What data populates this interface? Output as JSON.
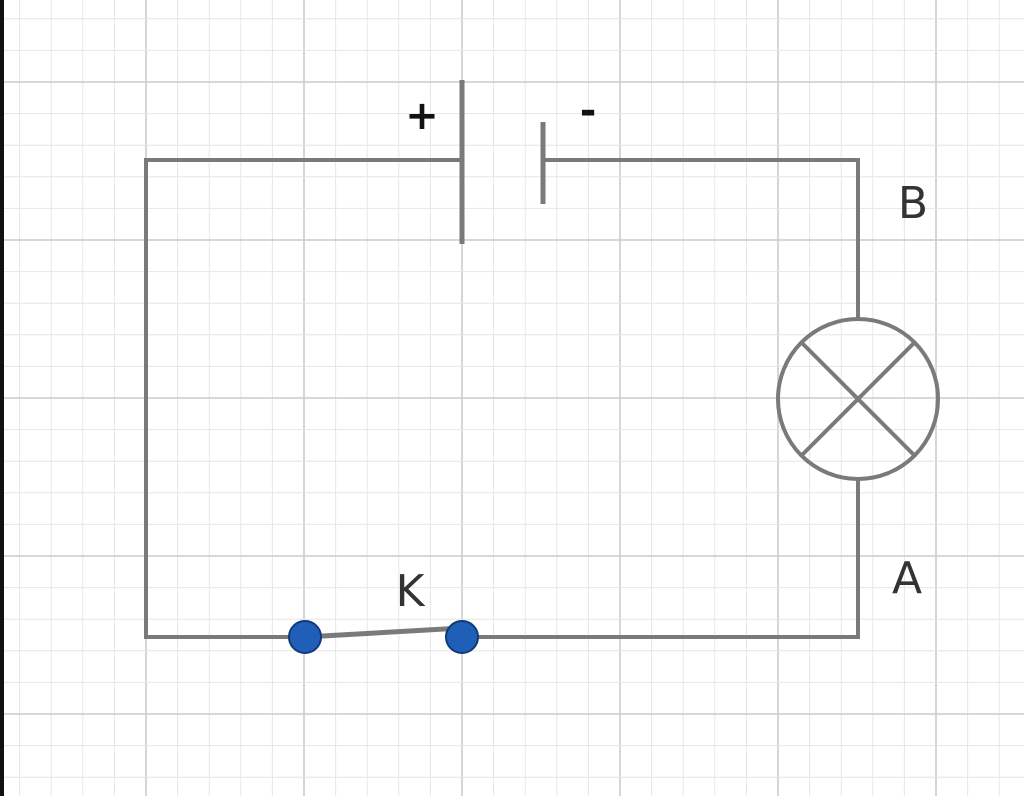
{
  "diagram": {
    "labels": {
      "positive_terminal": "+",
      "negative_terminal": "-",
      "point_b": "B",
      "point_a": "A",
      "switch": "K"
    },
    "colors": {
      "background": "#ffffff",
      "grid_minor": "#e6e6e6",
      "grid_major": "#cccccc",
      "wire": "#7a7a7a",
      "terminal_fill": "#1f5fb8",
      "terminal_stroke": "#0f3b7a",
      "left_edge": "#111111"
    },
    "icons": [
      "battery-icon",
      "lamp-icon",
      "switch-icon"
    ]
  }
}
